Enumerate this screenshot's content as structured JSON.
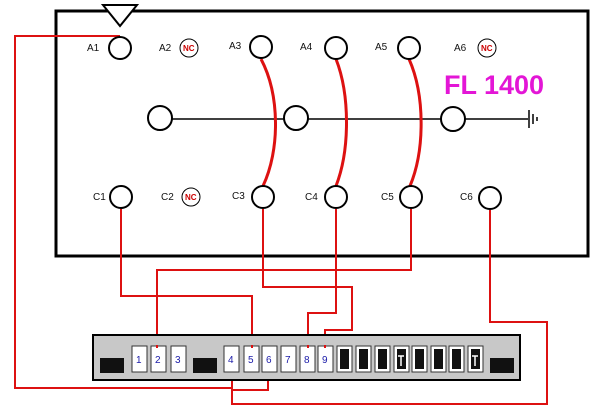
{
  "title": "FL 1400",
  "colors": {
    "wire": "#dd1111",
    "title": "#e316d6",
    "nc": "#cc0000",
    "strip": "#c8c8c8",
    "slot_num": "#1a1aa8"
  },
  "terminals": {
    "A1": "A1",
    "A2": "A2",
    "A3": "A3",
    "A4": "A4",
    "A5": "A5",
    "A6": "A6",
    "C1": "C1",
    "C2": "C2",
    "C3": "C3",
    "C4": "C4",
    "C5": "C5",
    "C6": "C6"
  },
  "nc_label": "NC",
  "strip_slots": [
    "1",
    "2",
    "3",
    "4",
    "5",
    "6",
    "7",
    "8",
    "9"
  ],
  "icons": {
    "top_connector": "inverted-triangle-icon",
    "ground": "ground-icon",
    "pinned_slot": "pin-icon"
  }
}
